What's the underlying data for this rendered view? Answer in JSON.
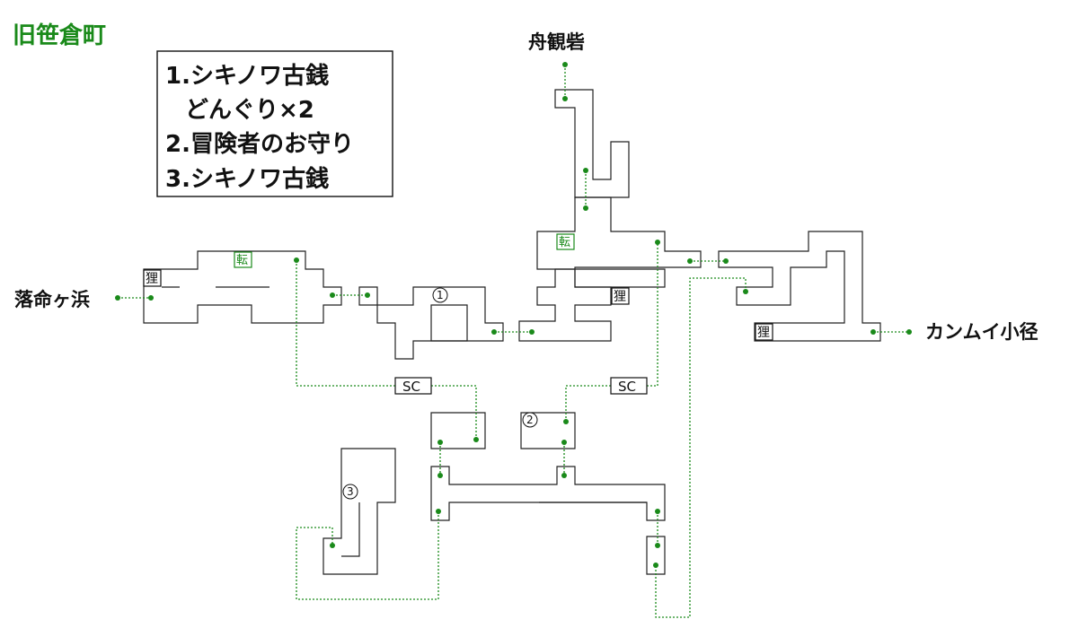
{
  "map": {
    "area_title": "旧笹倉町",
    "legend": [
      "1.シキノワ古銭",
      "どんぐり×2",
      "2.冒険者のお守り",
      "3.シキノワ古銭"
    ],
    "exits": {
      "north": "舟観砦",
      "west": "落命ヶ浜",
      "east": "カンムイ小径"
    },
    "markers": {
      "tanuki": "狸",
      "teleport": "転",
      "shortcut": "SC",
      "item1": "1",
      "item2": "2",
      "item3": "3"
    },
    "colors": {
      "route": "#1a8a1a",
      "wall": "#222222",
      "title": "#1a8a1a"
    }
  }
}
